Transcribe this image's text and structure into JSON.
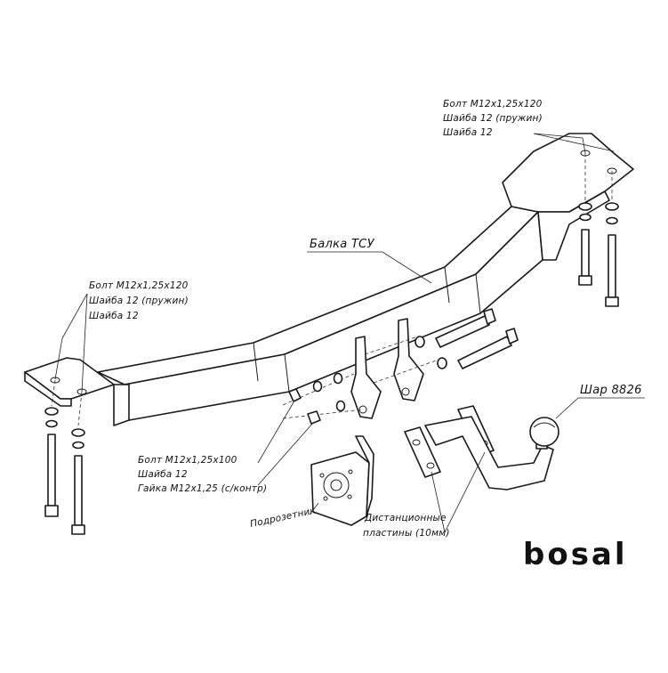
{
  "labels": {
    "beam": "Балка ТСУ",
    "ball": "Шар 8826",
    "socket_bracket": "Подрозетник",
    "spacer_plates_line1": "Дистанционные",
    "spacer_plates_line2": "пластины  (10мм)"
  },
  "right_bolt_set": [
    "Болт М12х1,25х120",
    "Шайба 12 (пружин)",
    "Шайба 12"
  ],
  "left_bolt_set": [
    "Болт М12х1,25х120",
    "Шайба 12 (пружин)",
    "Шайба 12"
  ],
  "center_bolt_set": [
    "Болт М12х1,25х100",
    "Шайба 12",
    "Гайка М12х1,25 (с/контр)"
  ],
  "brand": "bosal"
}
